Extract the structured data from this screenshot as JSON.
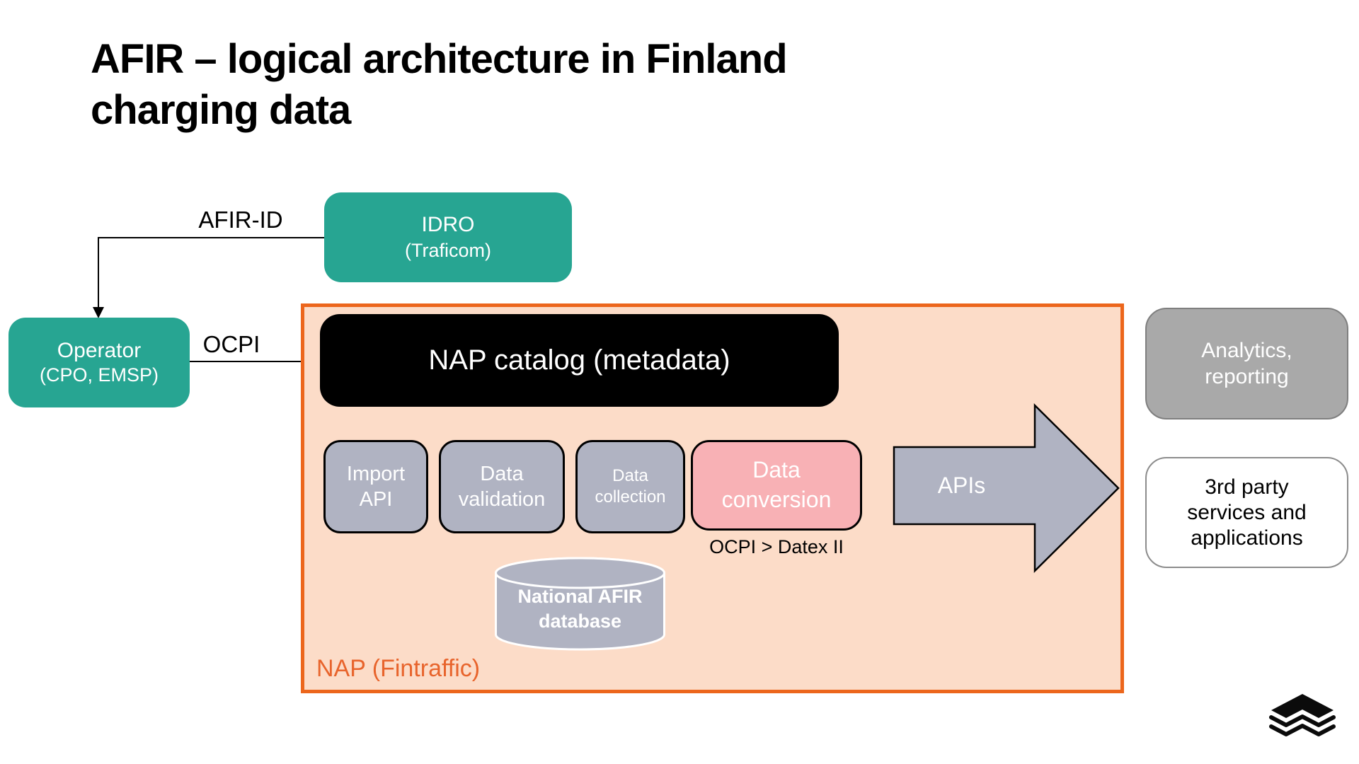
{
  "slide": {
    "title_line1": "AFIR – logical architecture in Finland",
    "title_line2": "charging data"
  },
  "edges": {
    "afir_id_label": "AFIR-ID",
    "ocpi_label": "OCPI"
  },
  "nodes": {
    "idro": {
      "lines": [
        "IDRO",
        "(Traficom)"
      ]
    },
    "operator": {
      "lines": [
        "Operator",
        "(CPO, EMSP)"
      ]
    },
    "nap_catalog": {
      "label": "NAP catalog (metadata)"
    },
    "import_api": {
      "lines": [
        "Import",
        "API"
      ]
    },
    "data_validation": {
      "lines": [
        "Data",
        "validation"
      ]
    },
    "data_collection": {
      "lines": [
        "Data",
        "collection"
      ]
    },
    "data_conversion": {
      "lines": [
        "Data",
        "conversion"
      ],
      "note": "OCPI > Datex II"
    },
    "apis_arrow": {
      "label": "APIs"
    },
    "afir_database": {
      "lines": [
        "National AFIR",
        "database"
      ]
    },
    "analytics": {
      "lines": [
        "Analytics,",
        "reporting"
      ]
    },
    "third_party": {
      "lines": [
        "3rd party",
        "services and",
        "applications"
      ]
    }
  },
  "containers": {
    "nap": {
      "label": "NAP (Fintraffic)"
    }
  },
  "branding": {
    "logo_name": "fintraffic-logo"
  },
  "colors": {
    "teal": "#27a592",
    "orange_border": "#ec661c",
    "orange_text": "#e8642c",
    "peach_fill": "#fcdcc8",
    "gray_fill": "#b0b3c2",
    "pink_fill": "#f8b1b5",
    "black_fill": "#000000",
    "analytics_gray": "#a9a9a9"
  }
}
